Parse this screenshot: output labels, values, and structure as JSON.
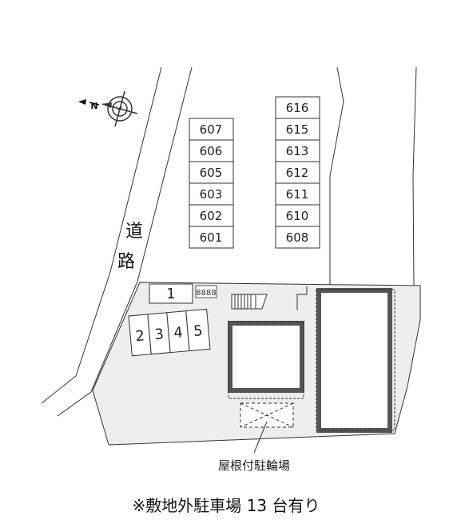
{
  "compass": {
    "label": "N",
    "icon": "compass-rose-icon"
  },
  "road_label": [
    "道",
    "路"
  ],
  "parking_label": "1",
  "bike_mark_label": "8888",
  "units_left": [
    "607",
    "606",
    "605",
    "603",
    "602",
    "601"
  ],
  "units_right": [
    "616",
    "615",
    "613",
    "612",
    "611",
    "610",
    "608"
  ],
  "parking_stalls": [
    "2",
    "3",
    "4",
    "5"
  ],
  "bicycle_parking_caption": "屋根付駐輪場",
  "footnote": "※敷地外駐車場 13 台有り",
  "colors": {
    "site_fill": "#eeeeee",
    "building_border": "#555555",
    "line": "#333333"
  }
}
